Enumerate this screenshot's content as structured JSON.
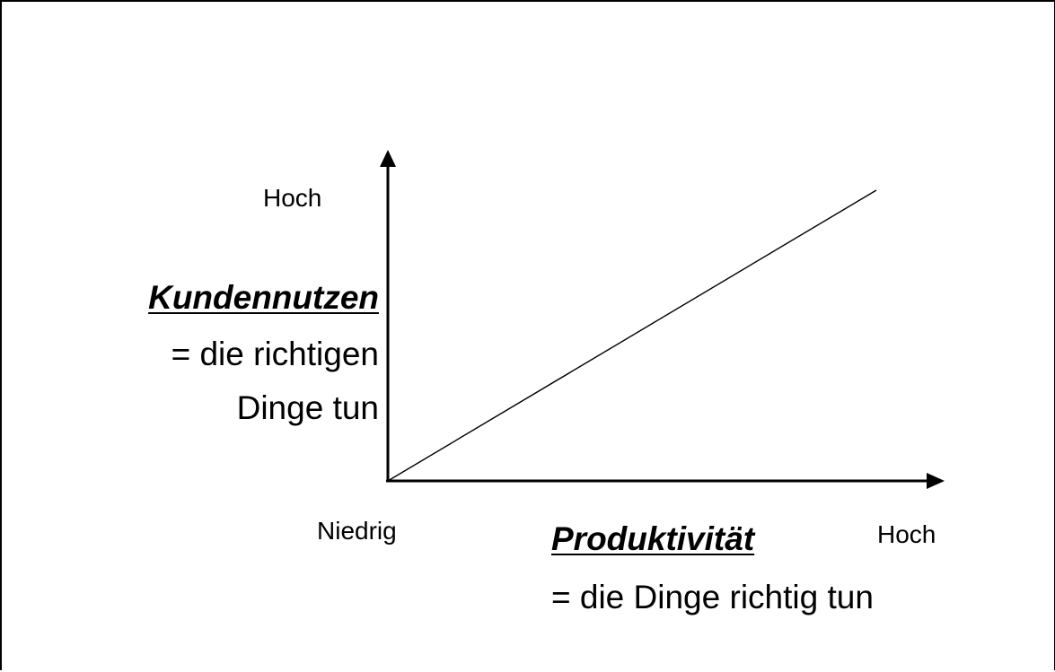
{
  "diagram": {
    "y_axis": {
      "high_label": "Hoch",
      "title": "Kundennutzen",
      "subtitle_line1": "= die richtigen",
      "subtitle_line2": "Dinge tun"
    },
    "x_axis": {
      "low_label": "Niedrig",
      "high_label": "Hoch",
      "title": "Produktivität",
      "subtitle": "= die Dinge richtig tun"
    },
    "colors": {
      "line": "#000000",
      "background": "#ffffff"
    }
  }
}
